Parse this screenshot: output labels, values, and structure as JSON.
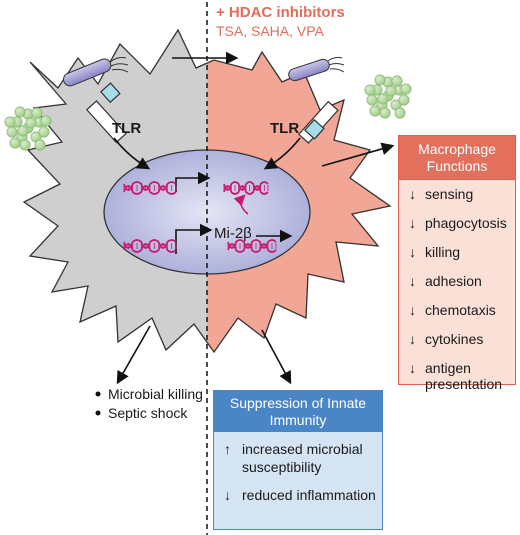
{
  "treatment": {
    "title": "+ HDAC inhibitors",
    "drugs": "TSA, SAHA, VPA"
  },
  "labels": {
    "tlr_left": "TLR",
    "tlr_right": "TLR",
    "mi2b": "Mi-2β"
  },
  "outcomes": [
    "Microbial killing",
    "Septic shock"
  ],
  "macrophage_functions": {
    "title": "Macrophage Functions",
    "items": [
      {
        "direction": "down",
        "label": "sensing"
      },
      {
        "direction": "down",
        "label": "phagocytosis"
      },
      {
        "direction": "down",
        "label": "killing"
      },
      {
        "direction": "down",
        "label": "adhesion"
      },
      {
        "direction": "down",
        "label": "chemotaxis"
      },
      {
        "direction": "down",
        "label": "cytokines"
      },
      {
        "direction": "down",
        "label": "antigen presentation"
      }
    ]
  },
  "suppression": {
    "title": "Suppression of Innate Immunity",
    "items": [
      {
        "direction": "up",
        "label": "increased microbial susceptibility"
      },
      {
        "direction": "down",
        "label": "reduced inflammation"
      }
    ]
  },
  "colors": {
    "untreated_cell": "#cfcfcf",
    "treated_cell": "#f2a695",
    "nucleus": "#b4b7de",
    "dna": "#c8196d",
    "hdac_text": "#e26d5a",
    "macrophage_box": "#e2705c",
    "suppression_box": "#4a86c5",
    "bacteria": "#b0d89a",
    "bacillus": "#9c99d0"
  },
  "icons": [
    "bacillus-icon",
    "bacteria-cluster-icon",
    "tlr-receptor-icon",
    "dna-helix-icon"
  ]
}
